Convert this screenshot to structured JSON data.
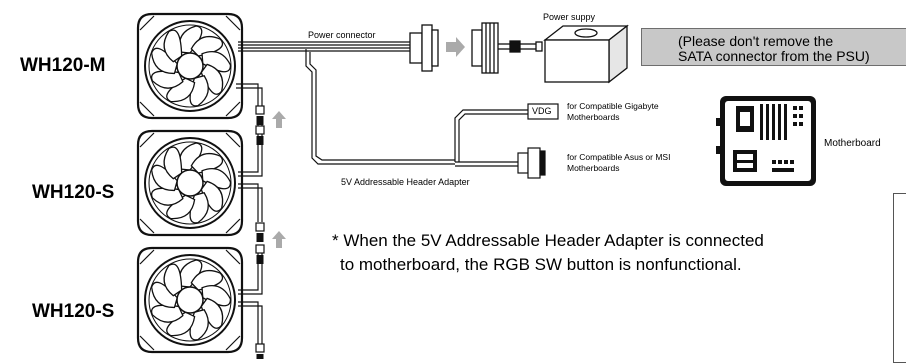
{
  "fans": {
    "master": "WH120-M",
    "slave_1": "WH120-S",
    "slave_2": "WH120-S"
  },
  "cables": {
    "power_connector": "Power connector",
    "power_supply": "Power suppy",
    "header_adapter": "5V Addressable Header Adapter"
  },
  "warning": {
    "line1": "(Please don't remove the",
    "line2": "SATA connector from the PSU)"
  },
  "connectors": {
    "vdg_label": "VDG",
    "gigabyte_line1": "for Compatible Gigabyte",
    "gigabyte_line2": "Motherboards",
    "asus_msi_line1": "for Compatible Asus or MSI",
    "asus_msi_line2": "Motherboards"
  },
  "motherboard_label": "Motherboard",
  "note": {
    "line1": "* When the 5V Addressable Header Adapter is connected",
    "line2": "to motherboard, the RGB SW button is nonfunctional."
  },
  "colors": {
    "line": "#111111",
    "arrow_gray": "#aaaaaa",
    "warning_bg": "#c8c8c8"
  }
}
